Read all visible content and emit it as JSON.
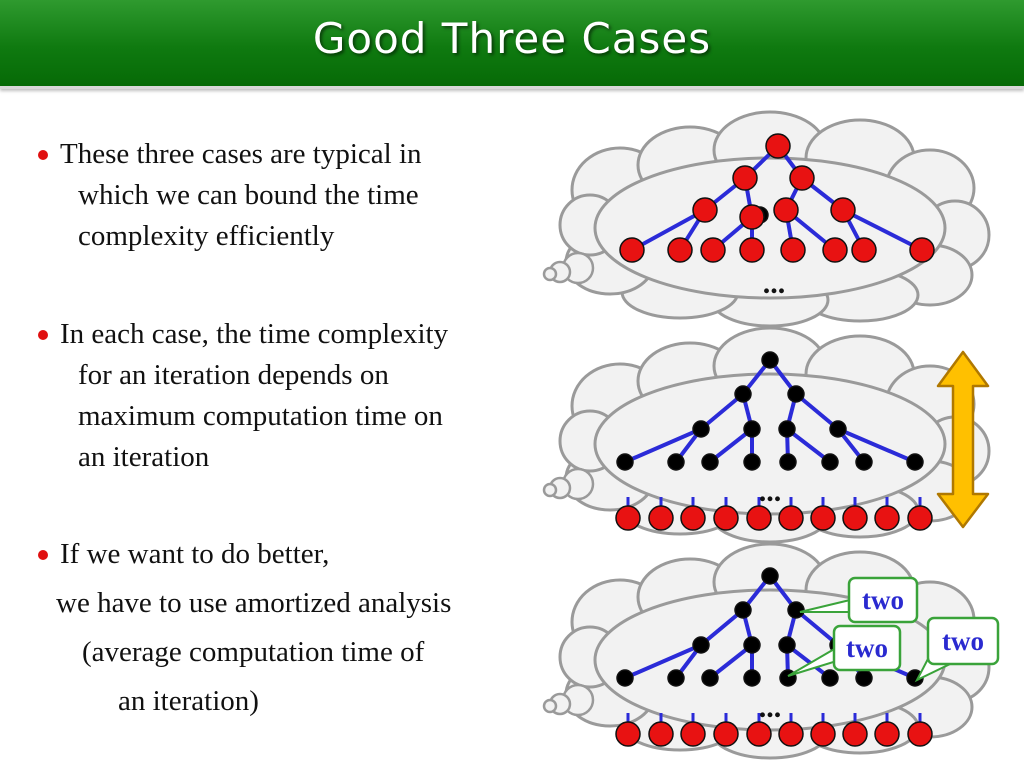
{
  "slide": {
    "title": "Good Three Cases"
  },
  "bullets": {
    "b1": {
      "line1": "These three cases are typical in",
      "line2": "which we can bound the time",
      "line3": "complexity efficiently"
    },
    "b2": {
      "line1": "In each case, the time complexity",
      "line2": "for an iteration depends on",
      "line3": "maximum computation time on",
      "line4": "an iteration"
    },
    "b3": {
      "line1": "If we want to do better,",
      "line2": "we have to use amortized analysis",
      "line3": "(average computation time of",
      "line4": "an iteration)"
    }
  },
  "diagram": {
    "colors": {
      "red_node": "#e81212",
      "black_node": "#000000",
      "edge": "#2b2bd8",
      "cloud_fill": "#f2f2f2",
      "cloud_stroke": "#9a9a9a",
      "arrow_fill": "#ffc000",
      "arrow_stroke": "#b07800",
      "callout_stroke": "#3aa33a"
    },
    "ellipsis": "...",
    "callout_label": "two",
    "callouts": [
      "two",
      "two",
      "two"
    ]
  }
}
